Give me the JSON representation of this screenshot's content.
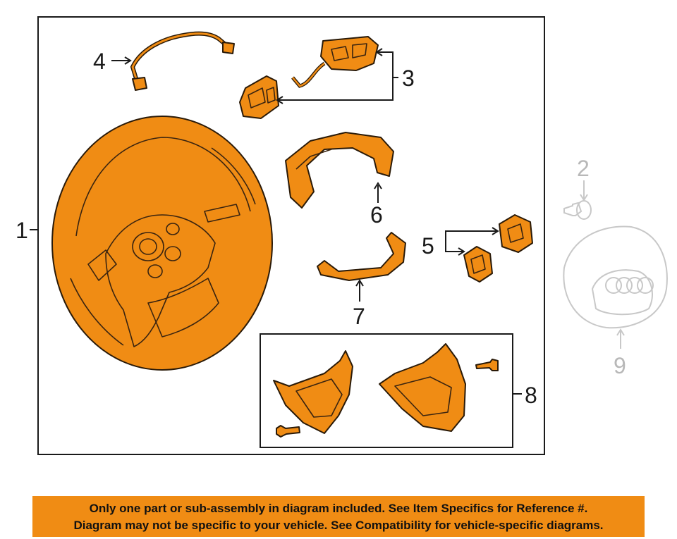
{
  "callouts": {
    "c1": "1",
    "c2": "2",
    "c3": "3",
    "c4": "4",
    "c5": "5",
    "c6": "6",
    "c7": "7",
    "c8": "8",
    "c9": "9"
  },
  "disclaimer": {
    "line1": "Only one part or sub-assembly in diagram included. See Item Specifics for Reference #.",
    "line2": "Diagram may not be specific to your vehicle. See Compatibility for vehicle-specific diagrams."
  },
  "colors": {
    "part_fill": "#f08c14",
    "banner": "#f08c14",
    "ghost_part": "#c8c8c8"
  }
}
